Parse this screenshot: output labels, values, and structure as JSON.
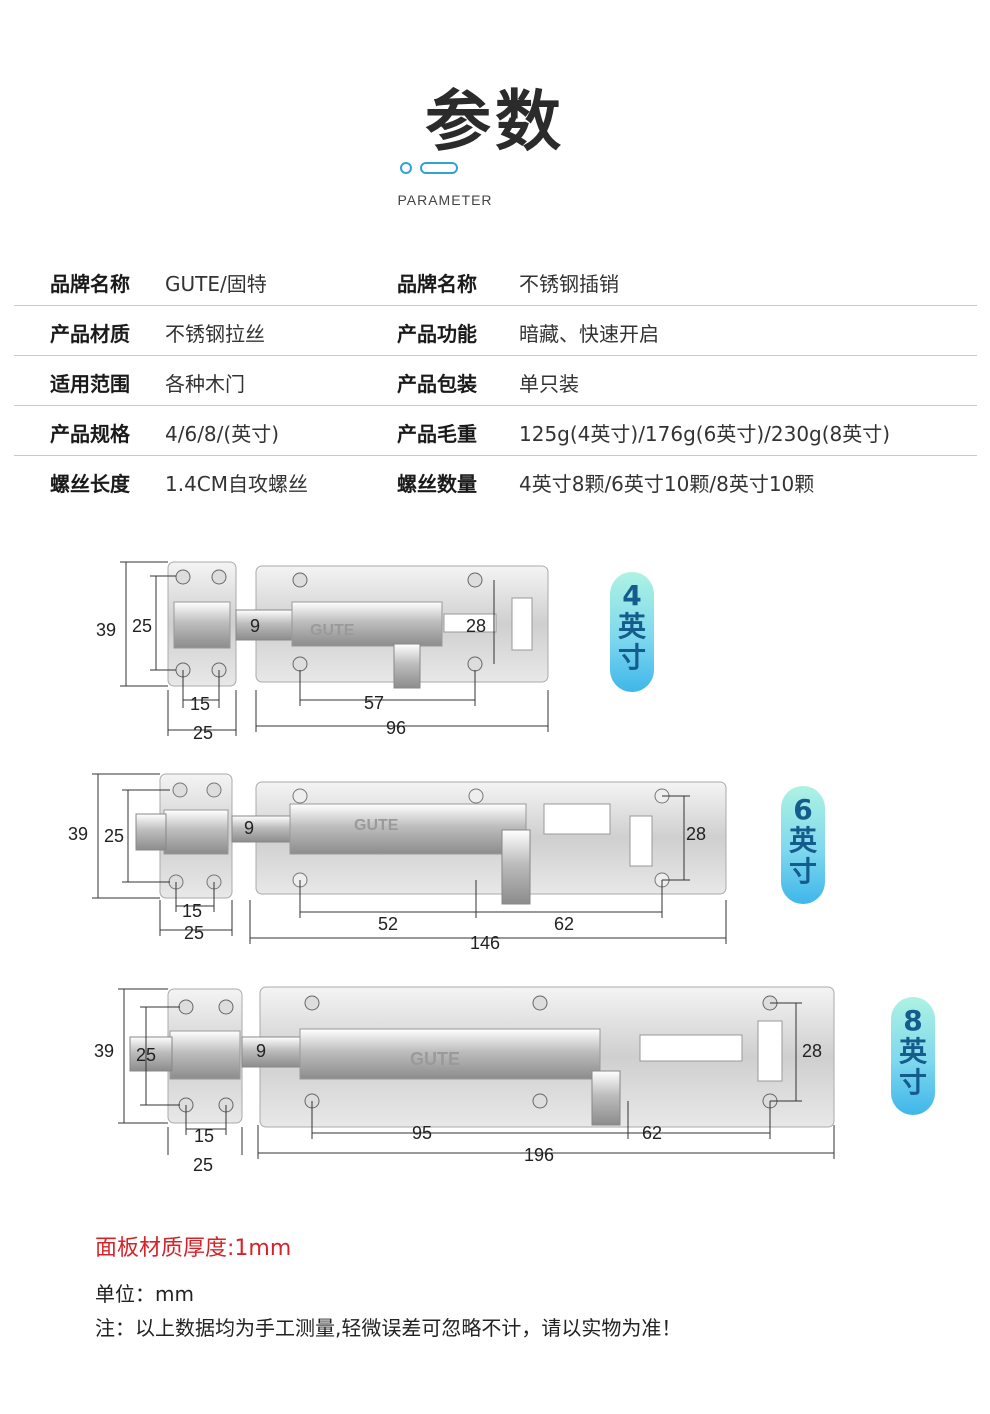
{
  "header": {
    "title": "参数",
    "subtitle": "PARAMETER"
  },
  "specs": [
    {
      "k1": "品牌名称",
      "v1": "GUTE/固特",
      "k2": "品牌名称",
      "v2": "不锈钢插销"
    },
    {
      "k1": "产品材质",
      "v1": "不锈钢拉丝",
      "k2": "产品功能",
      "v2": "暗藏、快速开启"
    },
    {
      "k1": "适用范围",
      "v1": "各种木门",
      "k2": "产品包装",
      "v2": "单只装"
    },
    {
      "k1": "产品规格",
      "v1": "4/6/8/(英寸)",
      "k2": "产品毛重",
      "v2": "125g(4英寸)/176g(6英寸)/230g(8英寸)"
    },
    {
      "k1": "螺丝长度",
      "v1": "1.4CM自攻螺丝",
      "k2": "螺丝数量",
      "v2": "4英寸8颗/6英寸10颗/8英寸10颗"
    }
  ],
  "drawings": [
    {
      "brand": "GUTE",
      "badge_num": "4",
      "badge_ch1": "英",
      "badge_ch2": "寸",
      "dims": {
        "height": "39",
        "plate": "25",
        "bolt": "9",
        "slot": "28",
        "hole_pitch": "15",
        "plate_w": "25",
        "screw_span": "57",
        "total": "96"
      }
    },
    {
      "brand": "GUTE",
      "badge_num": "6",
      "badge_ch1": "英",
      "badge_ch2": "寸",
      "dims": {
        "height": "39",
        "plate": "25",
        "bolt": "9",
        "slot": "28",
        "hole_pitch": "15",
        "plate_w": "25",
        "span_a": "52",
        "span_b": "62",
        "total": "146"
      }
    },
    {
      "brand": "GUTE",
      "badge_num": "8",
      "badge_ch1": "英",
      "badge_ch2": "寸",
      "dims": {
        "height": "39",
        "plate": "25",
        "bolt": "9",
        "slot": "28",
        "hole_pitch": "15",
        "plate_w": "25",
        "span_a": "95",
        "span_b": "62",
        "total": "196"
      }
    }
  ],
  "notes": {
    "thickness": "面板材质厚度:1mm",
    "unit": "单位：mm",
    "disclaimer": "注：以上数据均为手工测量,轻微误差可忽略不计，请以实物为准！"
  },
  "colors": {
    "accent": "#2fa4d4",
    "warning": "#d4242a",
    "badge_top": "#aef2e2",
    "badge_bottom": "#3fb6ea",
    "steel": "#c8c8c8"
  }
}
